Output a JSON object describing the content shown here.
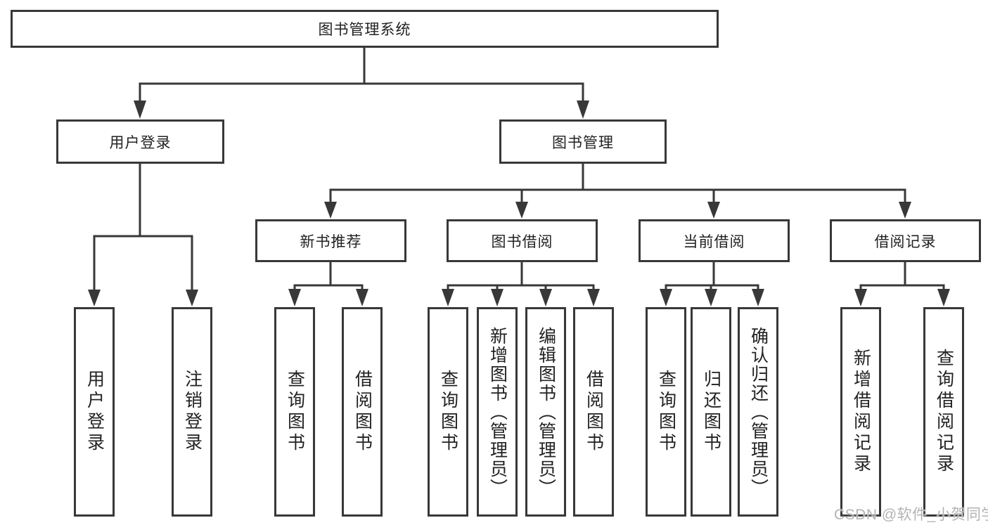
{
  "diagram": {
    "title_node": {
      "label": "图书管理系统"
    },
    "level2": [
      {
        "id": "user-login",
        "label": "用户登录"
      },
      {
        "id": "book-management",
        "label": "图书管理"
      }
    ],
    "level3": [
      {
        "id": "new-book-recommend",
        "label": "新书推荐"
      },
      {
        "id": "book-borrow",
        "label": "图书借阅"
      },
      {
        "id": "current-borrow",
        "label": "当前借阅"
      },
      {
        "id": "borrow-records",
        "label": "借阅记录"
      }
    ],
    "leaves": [
      {
        "id": "user-login",
        "label": "用户登录"
      },
      {
        "id": "logout",
        "label": "注销登录"
      },
      {
        "id": "query-books-recommend",
        "label": "查询图书"
      },
      {
        "id": "borrow-books-recommend",
        "label": "借阅图书"
      },
      {
        "id": "query-books-borrow",
        "label": "查询图书"
      },
      {
        "id": "add-books-admin",
        "label": "新增图书（管理员）"
      },
      {
        "id": "edit-books-admin",
        "label": "编辑图书（管理员）"
      },
      {
        "id": "borrow-books",
        "label": "借阅图书"
      },
      {
        "id": "query-books-current",
        "label": "查询图书"
      },
      {
        "id": "return-books",
        "label": "归还图书"
      },
      {
        "id": "confirm-return-admin",
        "label": "确认归还（管理员）"
      },
      {
        "id": "add-borrow-record",
        "label": "新增借阅记录"
      },
      {
        "id": "query-borrow-record",
        "label": "查询借阅记录"
      }
    ]
  },
  "watermark": {
    "text": "CSDN @软件_小贺同学"
  },
  "colors": {
    "line": "#383838",
    "text": "#222222",
    "watermark": "#b3b3b3",
    "background": "#ffffff"
  }
}
